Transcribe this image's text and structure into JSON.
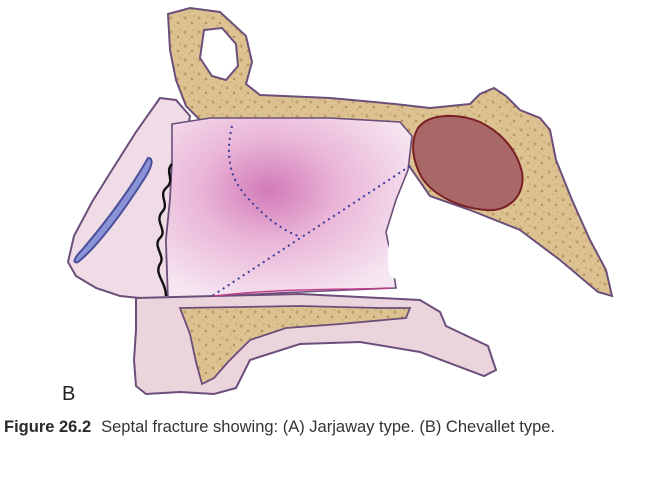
{
  "figure": {
    "panel_letter": "B",
    "caption_label": "Figure 26.2",
    "caption_text": "Septal fracture showing: (A) Jarjaway type. (B) Chevallet type."
  },
  "colors": {
    "bone_fill": "#d9bf8c",
    "bone_outline": "#6b4f7a",
    "soft_tissue": "#f0dce6",
    "septum_gradient_center": "#d27ab8",
    "septum_gradient_edge": "#f6e6f1",
    "sinus_fill": "#a86868",
    "sinus_outline": "#7a1f24",
    "nasal_bone_strip": "#8a92d8",
    "fracture_line_black": "#111111",
    "fracture_line_dotted": "#3b3b9a",
    "palate_line": "#c23c8a"
  }
}
